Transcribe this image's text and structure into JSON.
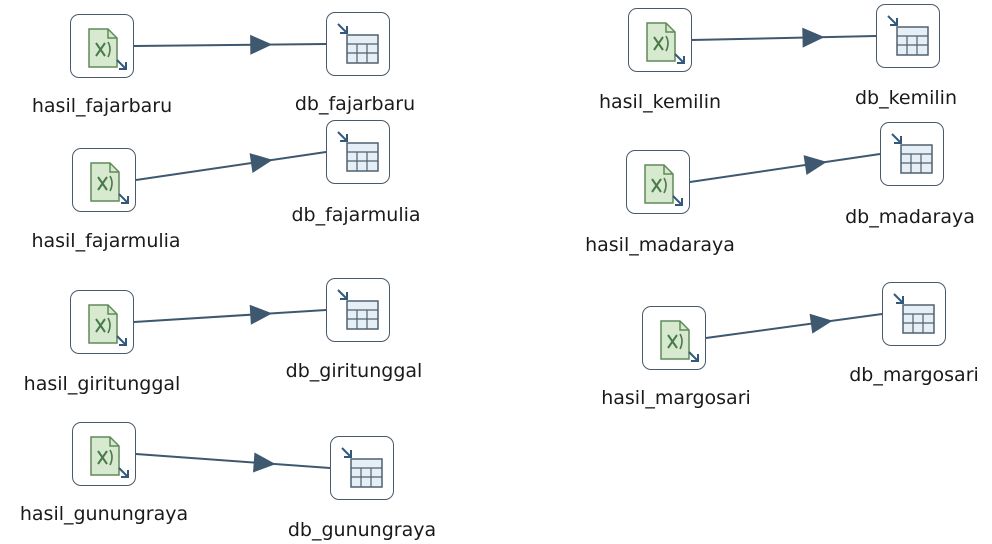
{
  "diagram": {
    "nodes": [
      {
        "id": "in_fajarbaru",
        "type": "excel-input",
        "icon": "excel-input-icon",
        "label": "hasil_fajarbaru"
      },
      {
        "id": "out_fajarbaru",
        "type": "table-output",
        "icon": "table-output-icon",
        "label": "db_fajarbaru"
      },
      {
        "id": "in_fajarmulia",
        "type": "excel-input",
        "icon": "excel-input-icon",
        "label": "hasil_fajarmulia"
      },
      {
        "id": "out_fajarmulia",
        "type": "table-output",
        "icon": "table-output-icon",
        "label": "db_fajarmulia"
      },
      {
        "id": "in_giritunggal",
        "type": "excel-input",
        "icon": "excel-input-icon",
        "label": "hasil_giritunggal"
      },
      {
        "id": "out_giritunggal",
        "type": "table-output",
        "icon": "table-output-icon",
        "label": "db_giritunggal"
      },
      {
        "id": "in_gunungraya",
        "type": "excel-input",
        "icon": "excel-input-icon",
        "label": "hasil_gunungraya"
      },
      {
        "id": "out_gunungraya",
        "type": "table-output",
        "icon": "table-output-icon",
        "label": "db_gunungraya"
      },
      {
        "id": "in_kemilin",
        "type": "excel-input",
        "icon": "excel-input-icon",
        "label": "hasil_kemilin"
      },
      {
        "id": "out_kemilin",
        "type": "table-output",
        "icon": "table-output-icon",
        "label": "db_kemilin"
      },
      {
        "id": "in_madaraya",
        "type": "excel-input",
        "icon": "excel-input-icon",
        "label": "hasil_madaraya"
      },
      {
        "id": "out_madaraya",
        "type": "table-output",
        "icon": "table-output-icon",
        "label": "db_madaraya"
      },
      {
        "id": "in_margosari",
        "type": "excel-input",
        "icon": "excel-input-icon",
        "label": "hasil_margosari"
      },
      {
        "id": "out_margosari",
        "type": "table-output",
        "icon": "table-output-icon",
        "label": "db_margosari"
      }
    ],
    "hops": [
      {
        "from": "in_fajarbaru",
        "to": "out_fajarbaru"
      },
      {
        "from": "in_fajarmulia",
        "to": "out_fajarmulia"
      },
      {
        "from": "in_giritunggal",
        "to": "out_giritunggal"
      },
      {
        "from": "in_gunungraya",
        "to": "out_gunungraya"
      },
      {
        "from": "in_kemilin",
        "to": "out_kemilin"
      },
      {
        "from": "in_madaraya",
        "to": "out_madaraya"
      },
      {
        "from": "in_margosari",
        "to": "out_margosari"
      }
    ],
    "colors": {
      "hop_line": "#3e5870",
      "node_border": "#4a5a6b",
      "excel_fill": "#d7ead0",
      "excel_stroke": "#5f8a59",
      "table_fill": "#e6eef6",
      "table_stroke": "#4f6170",
      "corner_arrow": "#33597a"
    }
  }
}
